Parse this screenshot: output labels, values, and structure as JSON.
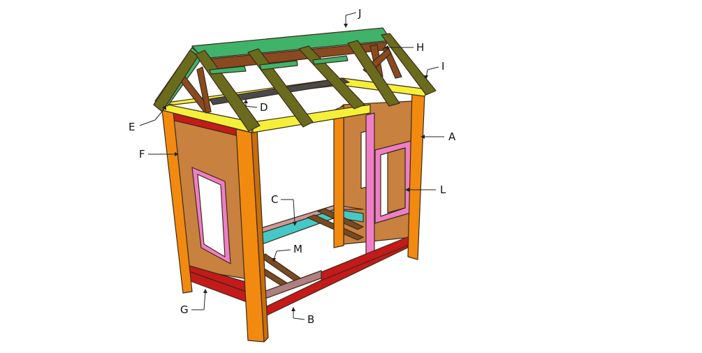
{
  "labels": {
    "A": "A",
    "B": "B",
    "C": "C",
    "D": "D",
    "E": "E",
    "F": "F",
    "G": "G",
    "H": "H",
    "I": "I",
    "J": "J",
    "L": "L",
    "M": "M"
  },
  "colors": {
    "post": "#f28a10",
    "panel": "#c8813e",
    "window_frame": "#ee7ec6",
    "top_plate": "#f4f03a",
    "rafter": "#6b6b1e",
    "ridge_board": "#3fb36a",
    "truss": "#8a4a1f",
    "bottom_rail": "#c41a1a",
    "floor_slat": "#7a4a22",
    "side_rail": "#46c8c8",
    "front_rail": "#b07f7f"
  }
}
